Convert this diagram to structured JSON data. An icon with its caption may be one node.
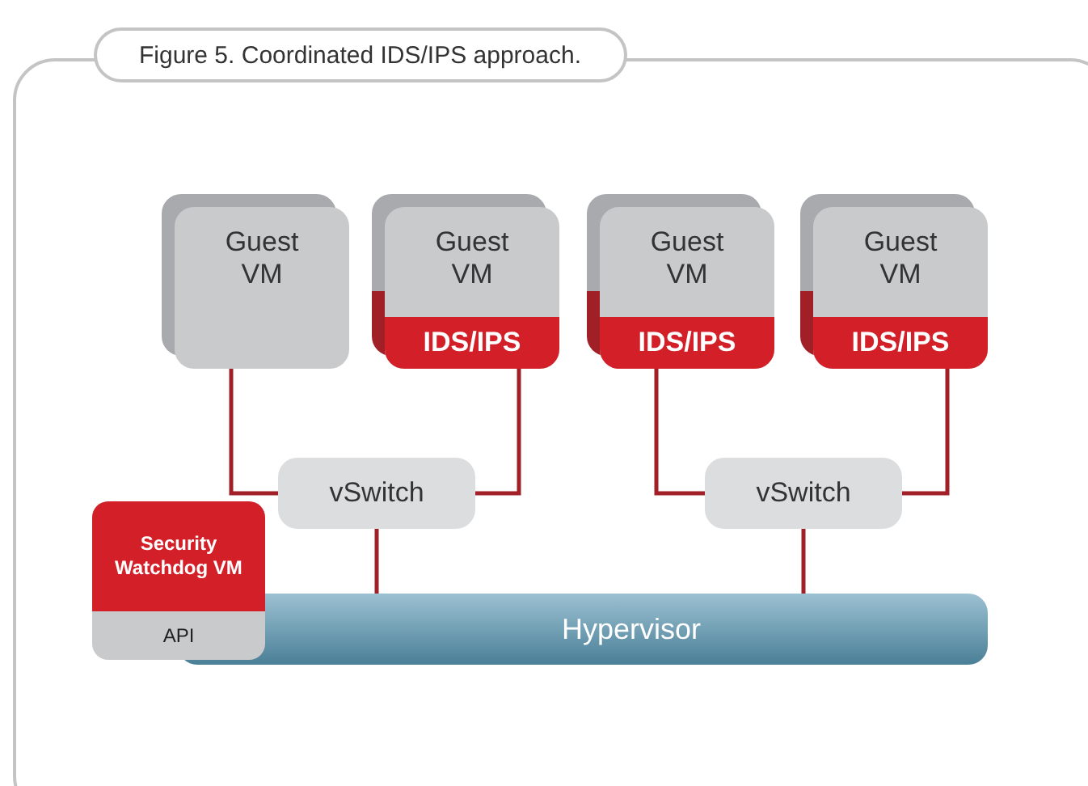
{
  "diagram": {
    "title": "Figure 5. Coordinated IDS/IPS approach.",
    "nodes": [
      {
        "text": [
          "Guest VM"
        ]
      },
      {
        "text": [
          "Guest VM",
          "IDS/IPS"
        ]
      },
      {
        "text": [
          "Guest VM",
          "IDS/IPS"
        ]
      },
      {
        "text": [
          "Guest VM",
          "IDS/IPS"
        ]
      },
      {
        "text": [
          "vSwitch"
        ]
      },
      {
        "text": [
          "vSwitch"
        ]
      },
      {
        "text": [
          "Hypervisor"
        ]
      },
      {
        "text": [
          "Security Watchdog VM",
          "API"
        ]
      }
    ],
    "edges": [
      {
        "from": 0,
        "to": 4,
        "arrow": "none"
      },
      {
        "from": 1,
        "to": 4,
        "arrow": "none"
      },
      {
        "from": 2,
        "to": 5,
        "arrow": "none"
      },
      {
        "from": 3,
        "to": 5,
        "arrow": "none"
      },
      {
        "from": 4,
        "to": 6,
        "arrow": "none"
      },
      {
        "from": 5,
        "to": 6,
        "arrow": "none"
      }
    ]
  }
}
